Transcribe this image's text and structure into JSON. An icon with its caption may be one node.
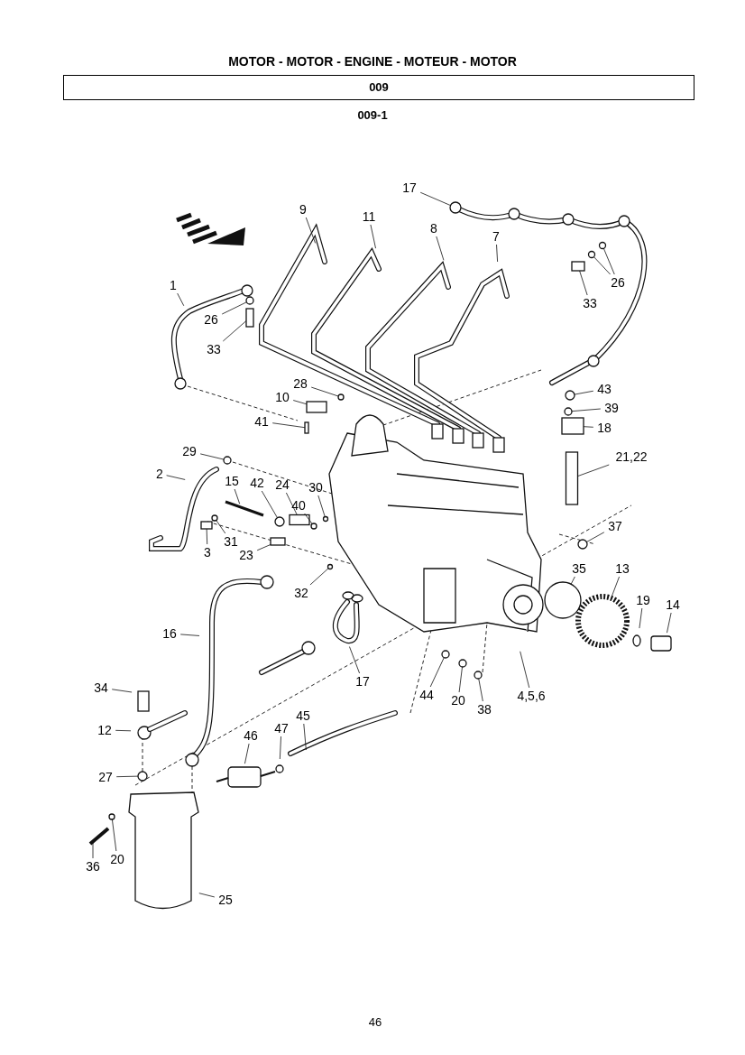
{
  "diagram": {
    "title": "MOTOR - MOTOR - ENGINE - MOTEUR - MOTOR",
    "nodes": [
      {
        "text": [
          "17"
        ]
      },
      {
        "text": [
          "9"
        ]
      },
      {
        "text": [
          "11"
        ]
      },
      {
        "text": [
          "8"
        ]
      },
      {
        "text": [
          "7"
        ]
      },
      {
        "text": [
          "1"
        ]
      },
      {
        "text": [
          "26"
        ]
      },
      {
        "text": [
          "33"
        ]
      },
      {
        "text": [
          "26"
        ]
      },
      {
        "text": [
          "33"
        ]
      },
      {
        "text": [
          "28"
        ]
      },
      {
        "text": [
          "43"
        ]
      },
      {
        "text": [
          "10"
        ]
      },
      {
        "text": [
          "39"
        ]
      },
      {
        "text": [
          "41"
        ]
      },
      {
        "text": [
          "18"
        ]
      },
      {
        "text": [
          "29"
        ]
      },
      {
        "text": [
          "21,22"
        ]
      },
      {
        "text": [
          "2"
        ]
      },
      {
        "text": [
          "15"
        ]
      },
      {
        "text": [
          "42"
        ]
      },
      {
        "text": [
          "24"
        ]
      },
      {
        "text": [
          "30"
        ]
      },
      {
        "text": [
          "40"
        ]
      },
      {
        "text": [
          "37"
        ]
      },
      {
        "text": [
          "31"
        ]
      },
      {
        "text": [
          "3"
        ]
      },
      {
        "text": [
          "23"
        ]
      },
      {
        "text": [
          "35"
        ]
      },
      {
        "text": [
          "13"
        ]
      },
      {
        "text": [
          "32"
        ]
      },
      {
        "text": [
          "19"
        ]
      },
      {
        "text": [
          "14"
        ]
      },
      {
        "text": [
          "16"
        ]
      },
      {
        "text": [
          "17"
        ]
      },
      {
        "text": [
          "34"
        ]
      },
      {
        "text": [
          "44"
        ]
      },
      {
        "text": [
          "4,5,6"
        ]
      },
      {
        "text": [
          "20"
        ]
      },
      {
        "text": [
          "38"
        ]
      },
      {
        "text": [
          "45"
        ]
      },
      {
        "text": [
          "47"
        ]
      },
      {
        "text": [
          "12"
        ]
      },
      {
        "text": [
          "46"
        ]
      },
      {
        "text": [
          "27"
        ]
      },
      {
        "text": [
          "20"
        ]
      },
      {
        "text": [
          "36"
        ]
      },
      {
        "text": [
          "25"
        ]
      },
      {
        "text": [],
        "shape": "circle"
      },
      {
        "text": [],
        "shape": "circle"
      },
      {
        "text": [],
        "shape": "circle"
      },
      {
        "text": [],
        "shape": "circle"
      },
      {
        "text": [],
        "shape": "box"
      },
      {
        "text": [],
        "shape": "circle"
      },
      {
        "text": [],
        "shape": "circle"
      },
      {
        "text": [],
        "shape": "circle"
      },
      {
        "text": [],
        "shape": "box"
      },
      {
        "text": [],
        "shape": "circle"
      },
      {
        "text": [],
        "shape": "circle"
      },
      {
        "text": [],
        "shape": "circle"
      },
      {
        "text": [],
        "shape": "circle"
      },
      {
        "text": [],
        "shape": "box"
      },
      {
        "text": [],
        "shape": "circle"
      },
      {
        "text": [],
        "shape": "circle"
      },
      {
        "text": [],
        "shape": "circle"
      },
      {
        "text": [],
        "shape": "circle"
      },
      {
        "text": [],
        "shape": "box"
      },
      {
        "text": [],
        "shape": "circle"
      },
      {
        "text": [],
        "shape": "box"
      },
      {
        "text": [],
        "shape": "box"
      },
      {
        "text": [],
        "shape": "box"
      },
      {
        "text": [],
        "shape": "circle"
      },
      {
        "text": [],
        "shape": "circle"
      },
      {
        "text": [],
        "shape": "circle"
      },
      {
        "text": [],
        "shape": "box"
      },
      {
        "text": [],
        "shape": "box"
      },
      {
        "text": [],
        "shape": "circle"
      },
      {
        "text": [],
        "shape": "circle"
      }
    ],
    "edges": [
      {
        "from": 0,
        "to": 73,
        "arrow": "none"
      },
      {
        "from": 1,
        "to": null,
        "arrow": "none"
      },
      {
        "from": 2,
        "to": null,
        "arrow": "none"
      },
      {
        "from": 3,
        "to": null,
        "arrow": "none"
      },
      {
        "from": 4,
        "to": null,
        "arrow": "none"
      },
      {
        "from": 5,
        "to": null,
        "arrow": "none"
      },
      {
        "from": 6,
        "to": 48,
        "arrow": "none"
      },
      {
        "from": 7,
        "to": 68,
        "arrow": "none"
      },
      {
        "from": 8,
        "to": 67,
        "arrow": "none"
      },
      {
        "from": 9,
        "to": 69,
        "arrow": "none"
      },
      {
        "from": 10,
        "to": 50,
        "arrow": "none"
      },
      {
        "from": 11,
        "to": 51,
        "arrow": "none"
      },
      {
        "from": 12,
        "to": 52,
        "arrow": "none"
      },
      {
        "from": 13,
        "to": 53,
        "arrow": "none"
      },
      {
        "from": 14,
        "to": 70,
        "arrow": "none"
      },
      {
        "from": 15,
        "to": 74,
        "arrow": "none"
      },
      {
        "from": 16,
        "to": 54,
        "arrow": "none"
      },
      {
        "from": 17,
        "to": 75,
        "arrow": "none"
      },
      {
        "from": 18,
        "to": null,
        "arrow": "none"
      },
      {
        "from": 19,
        "to": null,
        "arrow": "none"
      },
      {
        "from": 20,
        "to": 55,
        "arrow": "none"
      },
      {
        "from": 21,
        "to": 56,
        "arrow": "none"
      },
      {
        "from": 22,
        "to": 57,
        "arrow": "none"
      },
      {
        "from": 23,
        "to": 58,
        "arrow": "none"
      },
      {
        "from": 24,
        "to": 59,
        "arrow": "none"
      },
      {
        "from": 25,
        "to": 60,
        "arrow": "none"
      },
      {
        "from": 26,
        "to": 66,
        "arrow": "none"
      },
      {
        "from": 27,
        "to": 61,
        "arrow": "none"
      },
      {
        "from": 28,
        "to": 76,
        "arrow": "none"
      },
      {
        "from": 29,
        "to": 77,
        "arrow": "none"
      },
      {
        "from": 30,
        "to": 72,
        "arrow": "none"
      },
      {
        "from": 31,
        "to": null,
        "arrow": "none"
      },
      {
        "from": 32,
        "to": null,
        "arrow": "none"
      },
      {
        "from": 33,
        "to": null,
        "arrow": "none"
      },
      {
        "from": 34,
        "to": null,
        "arrow": "none"
      },
      {
        "from": 35,
        "to": null,
        "arrow": "none"
      },
      {
        "from": 36,
        "to": 62,
        "arrow": "none"
      },
      {
        "from": 37,
        "to": null,
        "arrow": "none"
      },
      {
        "from": 38,
        "to": 63,
        "arrow": "none"
      },
      {
        "from": 39,
        "to": 64,
        "arrow": "none"
      },
      {
        "from": 40,
        "to": null,
        "arrow": "none"
      },
      {
        "from": 41,
        "to": null,
        "arrow": "none"
      },
      {
        "from": 42,
        "to": null,
        "arrow": "none"
      },
      {
        "from": 43,
        "to": null,
        "arrow": "none"
      },
      {
        "from": 44,
        "to": 65,
        "arrow": "none"
      },
      {
        "from": 45,
        "to": 71,
        "arrow": "none"
      },
      {
        "from": 46,
        "to": null,
        "arrow": "none"
      },
      {
        "from": 47,
        "to": null,
        "arrow": "none"
      },
      {
        "from": 6,
        "to": 49,
        "arrow": "none"
      }
    ],
    "labels": [
      "009",
      "009-1",
      "46"
    ]
  }
}
